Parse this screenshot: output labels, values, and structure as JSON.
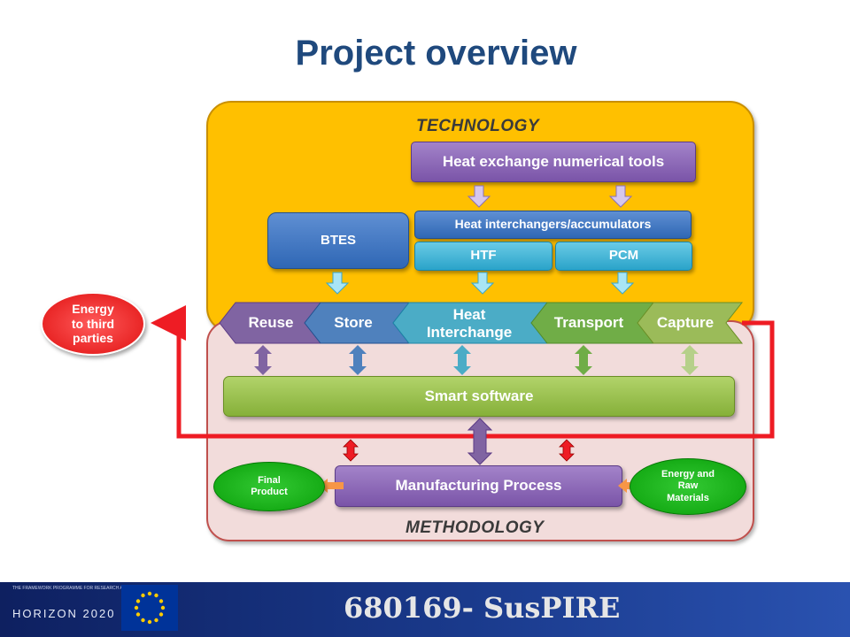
{
  "title": "Project overview",
  "technology": {
    "label": "TECHNOLOGY",
    "numerical_tools": "Heat exchange numerical tools",
    "interchangers": "Heat interchangers/accumulators",
    "btes": "BTES",
    "htf": "HTF",
    "pcm": "PCM"
  },
  "flow": {
    "items": [
      {
        "label": "Reuse",
        "color": "#8064a2"
      },
      {
        "label": "Store",
        "color": "#4f81bd"
      },
      {
        "label": "Heat Interchange",
        "line1": "Heat",
        "line2": "Interchange",
        "color": "#4bacc6"
      },
      {
        "label": "Transport",
        "color": "#70ad47"
      },
      {
        "label": "Capture",
        "color": "#9bbb59"
      }
    ]
  },
  "energy_third_parties": {
    "line1": "Energy",
    "line2": "to third",
    "line3": "parties"
  },
  "smart_software": "Smart software",
  "manufacturing_process": "Manufacturing Process",
  "final_product": {
    "line1": "Final",
    "line2": "Product"
  },
  "energy_raw_materials": {
    "line1": "Energy and",
    "line2": "Raw",
    "line3": "Materials"
  },
  "methodology": {
    "label": "METHODOLOGY"
  },
  "footer": {
    "programme_tagline": "THE FRAMEWORK PROGRAMME FOR RESEARCH AND INNOVATION",
    "horizon_logo_text": "HORIZON 2020",
    "project_code": "680169- SusPIRE"
  },
  "colors": {
    "arrow_red": "#ee1c24",
    "title_blue": "#1f497d",
    "tech_bg": "#ffc000",
    "meth_bg": "#f2dcdb"
  }
}
